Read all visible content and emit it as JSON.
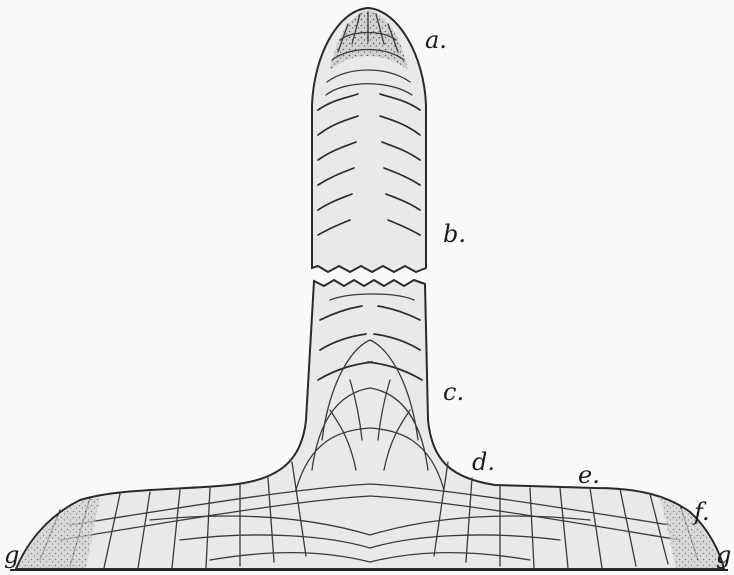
{
  "figure": {
    "labels": {
      "a": "a.",
      "b": "b.",
      "c": "c.",
      "d": "d.",
      "e": "e.",
      "f": "f.",
      "g_left": "g",
      "g_right": "g"
    }
  }
}
